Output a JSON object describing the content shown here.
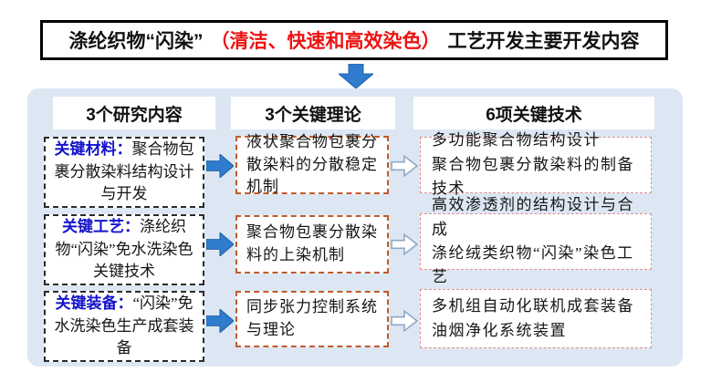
{
  "title": {
    "part1": "涤纶织物“闪染”",
    "part2": "（清洁、快速和高效染色）",
    "part3": "工艺开发主要开发内容"
  },
  "columns": [
    {
      "header": "3个研究内容"
    },
    {
      "header": "3个关键理论"
    },
    {
      "header": "6项关键技术"
    }
  ],
  "rows": [
    {
      "content": {
        "label": "关键材料：",
        "text": "聚合物包裹分散染料结构设计与开发"
      },
      "theory": "液状聚合物包裹分散染料的分散稳定机制",
      "tech": [
        "多功能聚合物结构设计",
        "聚合物包裹分散染料的制备技术"
      ]
    },
    {
      "content": {
        "label": "关键工艺：",
        "text": "涤纶织物“闪染”免水洗染色关键技术"
      },
      "theory": "聚合物包裹分散染料的上染机制",
      "tech": [
        "高效渗透剂的结构设计与合成",
        "涤纶绒类织物“闪染”染色工艺"
      ]
    },
    {
      "content": {
        "label": "关键装备：",
        "text": "“闪染”免水洗染色生产成套装备"
      },
      "theory": "同步张力控制系统与理论",
      "tech": [
        "多机组自动化联机成套装备",
        "油烟净化系统装置"
      ]
    }
  ],
  "colors": {
    "panel_background": "#dce7f3",
    "arrow_blue": "#2f7bce",
    "title_red": "#ee1111",
    "label_blue": "#1414cc",
    "theory_border": "#c05a2a",
    "tech_border": "#dd9090"
  }
}
